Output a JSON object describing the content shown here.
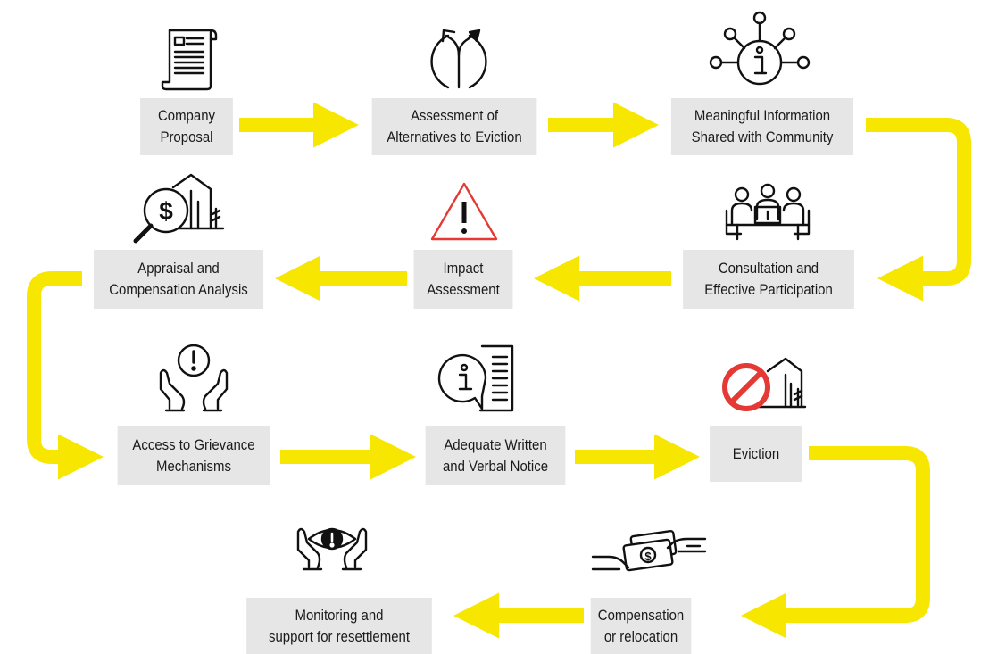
{
  "colors": {
    "arrow": "#f7e600",
    "box": "#e6e6e6",
    "text": "#1a1a1a",
    "warning": "#e53935",
    "no_entry": "#e53935"
  },
  "steps": [
    {
      "label": "Company\nProposal",
      "icon": "scroll-document-icon"
    },
    {
      "label": "Assessment of\nAlternatives to Eviction",
      "icon": "alternative-paths-icon"
    },
    {
      "label": "Meaningful Information\nShared with Community",
      "icon": "information-network-icon"
    },
    {
      "label": "Consultation and\nEffective Participation",
      "icon": "meeting-table-icon"
    },
    {
      "label": "Impact\nAssessment",
      "icon": "warning-triangle-icon"
    },
    {
      "label": "Appraisal and\nCompensation Analysis",
      "icon": "magnifier-dollar-house-icon"
    },
    {
      "label": "Access to Grievance\nMechanisms",
      "icon": "hands-exclamation-icon"
    },
    {
      "label": "Adequate Written\nand Verbal Notice",
      "icon": "info-speech-document-icon"
    },
    {
      "label": "Eviction",
      "icon": "no-entry-house-icon"
    },
    {
      "label": "Compensation\nor relocation",
      "icon": "cash-handover-icon"
    },
    {
      "label": "Monitoring and\nsupport for resettlement",
      "icon": "hands-eye-icon"
    }
  ]
}
